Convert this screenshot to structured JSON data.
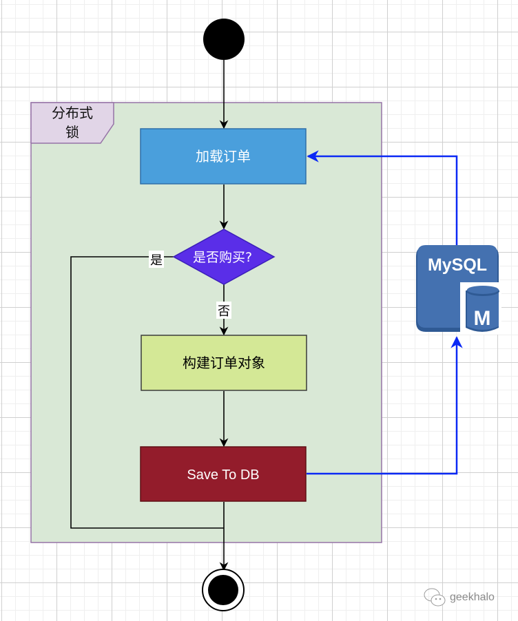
{
  "diagram": {
    "frame": {
      "label_line1": "分布式",
      "label_line2": "锁"
    },
    "nodes": {
      "start": {
        "type": "initial-state"
      },
      "load_order": {
        "label": "加载订单",
        "fill": "#4a9fdc",
        "stroke": "#2f6fa8",
        "text_color": "#ffffff"
      },
      "decision": {
        "label": "是否购买?",
        "fill": "#5a2ee8",
        "stroke": "#3b1fb8",
        "text_color": "#ffffff"
      },
      "build_order": {
        "label": "构建订单对象",
        "fill": "#d4e896",
        "stroke": "#3a3a3a",
        "text_color": "#000000"
      },
      "save_db": {
        "label": "Save To DB",
        "fill": "#931c2b",
        "stroke": "#5e0f14",
        "text_color": "#ffffff"
      },
      "end": {
        "type": "final-state"
      },
      "mysql": {
        "label": "MySQL",
        "badge": "M",
        "fill": "#4471b0"
      }
    },
    "edges": {
      "yes_label": "是",
      "no_label": "否",
      "db_link_color": "#0a28f5"
    },
    "frame_fill": "#d9e8d6",
    "frame_stroke": "#9673a6",
    "frame_tab_fill": "#e1d5e7"
  },
  "watermark": {
    "text": "geekhalo",
    "icon": "wechat-icon"
  }
}
